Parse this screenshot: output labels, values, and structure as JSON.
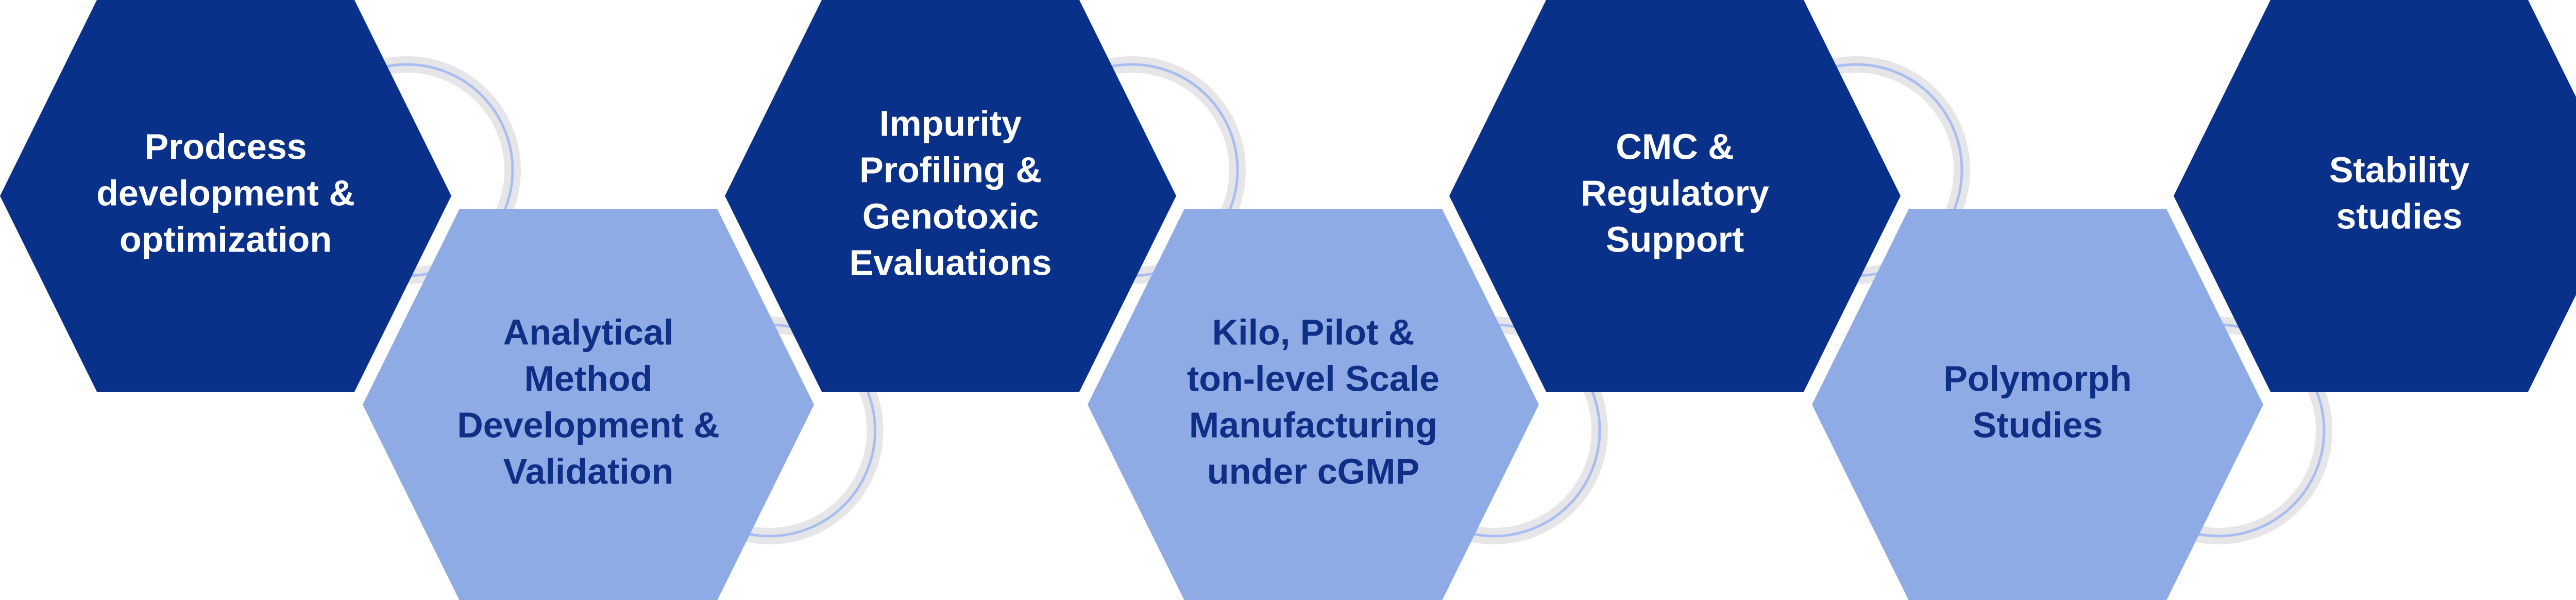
{
  "colors": {
    "dark": "#0a318a",
    "light": "#8eabe6",
    "text_on_dark": "#ffffff",
    "text_on_light": "#0f2f86",
    "connector_outer": "#e6e6e9",
    "connector_inner": "#a9bdf0"
  },
  "steps": [
    {
      "lines": [
        "Prodcess",
        "development &",
        "optimization"
      ],
      "tone": "dark"
    },
    {
      "lines": [
        "Analytical",
        "Method",
        "Development &",
        "Validation"
      ],
      "tone": "light"
    },
    {
      "lines": [
        "Impurity",
        "Profiling &",
        "Genotoxic",
        "Evaluations"
      ],
      "tone": "dark"
    },
    {
      "lines": [
        "Kilo, Pilot  &",
        "ton-level Scale",
        "Manufacturing",
        "under cGMP"
      ],
      "tone": "light"
    },
    {
      "lines": [
        "CMC &",
        "Regulatory",
        "Support"
      ],
      "tone": "dark"
    },
    {
      "lines": [
        "Polymorph",
        "Studies"
      ],
      "tone": "light"
    },
    {
      "lines": [
        "Stability",
        "studies"
      ],
      "tone": "dark"
    }
  ]
}
